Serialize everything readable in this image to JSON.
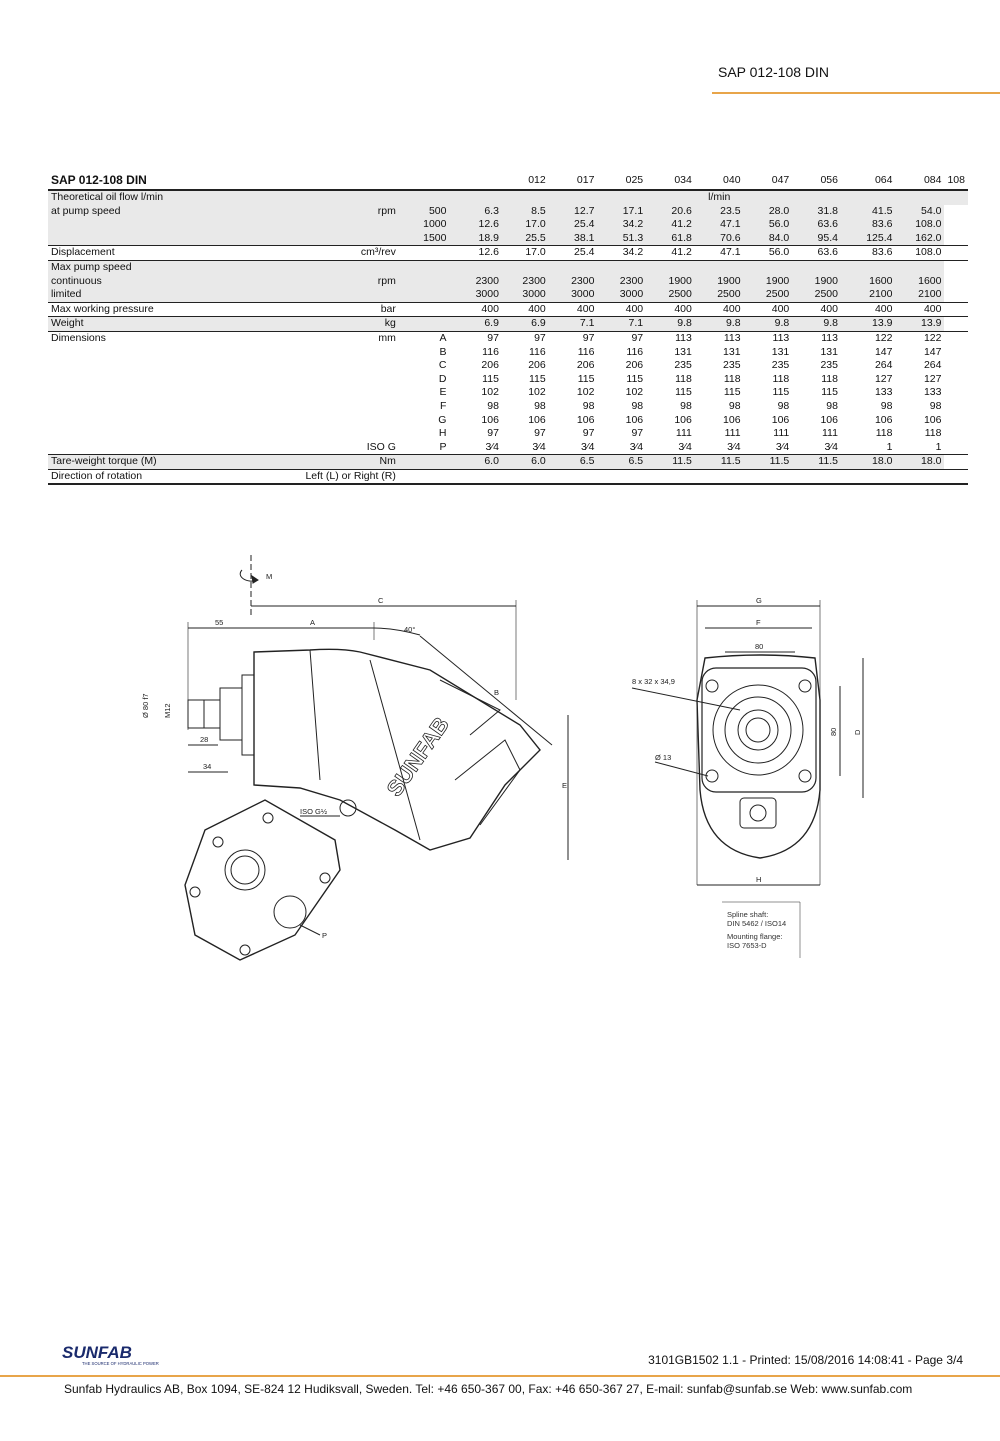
{
  "header": {
    "doc_title": "SAP 012-108 DIN"
  },
  "table": {
    "title": "SAP 012-108 DIN",
    "models": [
      "012",
      "017",
      "025",
      "034",
      "040",
      "047",
      "056",
      "064",
      "084",
      "108"
    ],
    "flow": {
      "label1": "Theoretical oil flow l/min",
      "label2": "at pump speed",
      "unit": "rpm",
      "unit_header": "l/min",
      "speeds": [
        "500",
        "1000",
        "1500"
      ],
      "rows": [
        [
          "6.3",
          "8.5",
          "12.7",
          "17.1",
          "20.6",
          "23.5",
          "28.0",
          "31.8",
          "41.5",
          "54.0"
        ],
        [
          "12.6",
          "17.0",
          "25.4",
          "34.2",
          "41.2",
          "47.1",
          "56.0",
          "63.6",
          "83.6",
          "108.0"
        ],
        [
          "18.9",
          "25.5",
          "38.1",
          "51.3",
          "61.8",
          "70.6",
          "84.0",
          "95.4",
          "125.4",
          "162.0"
        ]
      ]
    },
    "displacement": {
      "label": "Displacement",
      "unit": "cm³/rev",
      "values": [
        "12.6",
        "17.0",
        "25.4",
        "34.2",
        "41.2",
        "47.1",
        "56.0",
        "63.6",
        "83.6",
        "108.0"
      ]
    },
    "max_speed": {
      "label": "Max pump speed",
      "row1": "continuous",
      "row2": "limited",
      "unit": "rpm",
      "continuous": [
        "2300",
        "2300",
        "2300",
        "2300",
        "1900",
        "1900",
        "1900",
        "1900",
        "1600",
        "1600"
      ],
      "limited": [
        "3000",
        "3000",
        "3000",
        "3000",
        "2500",
        "2500",
        "2500",
        "2500",
        "2100",
        "2100"
      ]
    },
    "pressure": {
      "label": "Max working pressure",
      "unit": "bar",
      "values": [
        "400",
        "400",
        "400",
        "400",
        "400",
        "400",
        "400",
        "400",
        "400",
        "400"
      ]
    },
    "weight": {
      "label": "Weight",
      "unit": "kg",
      "values": [
        "6.9",
        "6.9",
        "7.1",
        "7.1",
        "9.8",
        "9.8",
        "9.8",
        "9.8",
        "13.9",
        "13.9"
      ]
    },
    "dimensions": {
      "label": "Dimensions",
      "unit": "mm",
      "iso_label": "ISO G",
      "rows": [
        {
          "key": "A",
          "values": [
            "97",
            "97",
            "97",
            "97",
            "113",
            "113",
            "113",
            "113",
            "122",
            "122"
          ]
        },
        {
          "key": "B",
          "values": [
            "116",
            "116",
            "116",
            "116",
            "131",
            "131",
            "131",
            "131",
            "147",
            "147"
          ]
        },
        {
          "key": "C",
          "values": [
            "206",
            "206",
            "206",
            "206",
            "235",
            "235",
            "235",
            "235",
            "264",
            "264"
          ]
        },
        {
          "key": "D",
          "values": [
            "115",
            "115",
            "115",
            "115",
            "118",
            "118",
            "118",
            "118",
            "127",
            "127"
          ]
        },
        {
          "key": "E",
          "values": [
            "102",
            "102",
            "102",
            "102",
            "115",
            "115",
            "115",
            "115",
            "133",
            "133"
          ]
        },
        {
          "key": "F",
          "values": [
            "98",
            "98",
            "98",
            "98",
            "98",
            "98",
            "98",
            "98",
            "98",
            "98"
          ]
        },
        {
          "key": "G",
          "values": [
            "106",
            "106",
            "106",
            "106",
            "106",
            "106",
            "106",
            "106",
            "106",
            "106"
          ]
        },
        {
          "key": "H",
          "values": [
            "97",
            "97",
            "97",
            "97",
            "111",
            "111",
            "111",
            "111",
            "118",
            "118"
          ]
        },
        {
          "key": "P",
          "values": [
            "3⁄4",
            "3⁄4",
            "3⁄4",
            "3⁄4",
            "3⁄4",
            "3⁄4",
            "3⁄4",
            "3⁄4",
            "1",
            "1"
          ]
        }
      ]
    },
    "torque": {
      "label": "Tare-weight torque (M)",
      "unit": "Nm",
      "values": [
        "6.0",
        "6.0",
        "6.5",
        "6.5",
        "11.5",
        "11.5",
        "11.5",
        "11.5",
        "18.0",
        "18.0"
      ]
    },
    "rotation": {
      "label": "Direction of rotation",
      "value": "Left (L) or Right (R)"
    }
  },
  "drawing": {
    "labels": {
      "M": "M",
      "C": "C",
      "A": "A",
      "B": "B",
      "E": "E",
      "P": "P",
      "d55": "55",
      "angle": "40°",
      "shaft": "Ø 80 f7",
      "m12": "M12",
      "d28": "28",
      "d34": "34",
      "iso_port": "ISO G½",
      "brand": "SUNFAB",
      "G": "G",
      "F": "F",
      "d80": "80",
      "D": "D",
      "H": "H",
      "spline": "8 x 32 x 34,9",
      "hole": "Ø 13",
      "d80v": "80"
    },
    "notes": [
      "Spline shaft:",
      "DIN 5462 / ISO14",
      "Mounting flange:",
      "ISO 7653-D"
    ]
  },
  "footer": {
    "logo": "SUNFAB",
    "logo_tagline": "THE SOURCE OF HYDRAULIC POWER",
    "meta": "3101GB1502 1.1 - Printed: 15/08/2016 14:08:41 - Page 3/4",
    "address": "Sunfab Hydraulics AB, Box 1094, SE-824 12 Hudiksvall, Sweden. Tel: +46 650-367 00, Fax: +46 650-367 27, E-mail: sunfab@sunfab.se Web: www.sunfab.com"
  },
  "colors": {
    "accent": "#e8a54a",
    "shade": "#e9e9e9",
    "logo_blue": "#1a2a6c"
  }
}
